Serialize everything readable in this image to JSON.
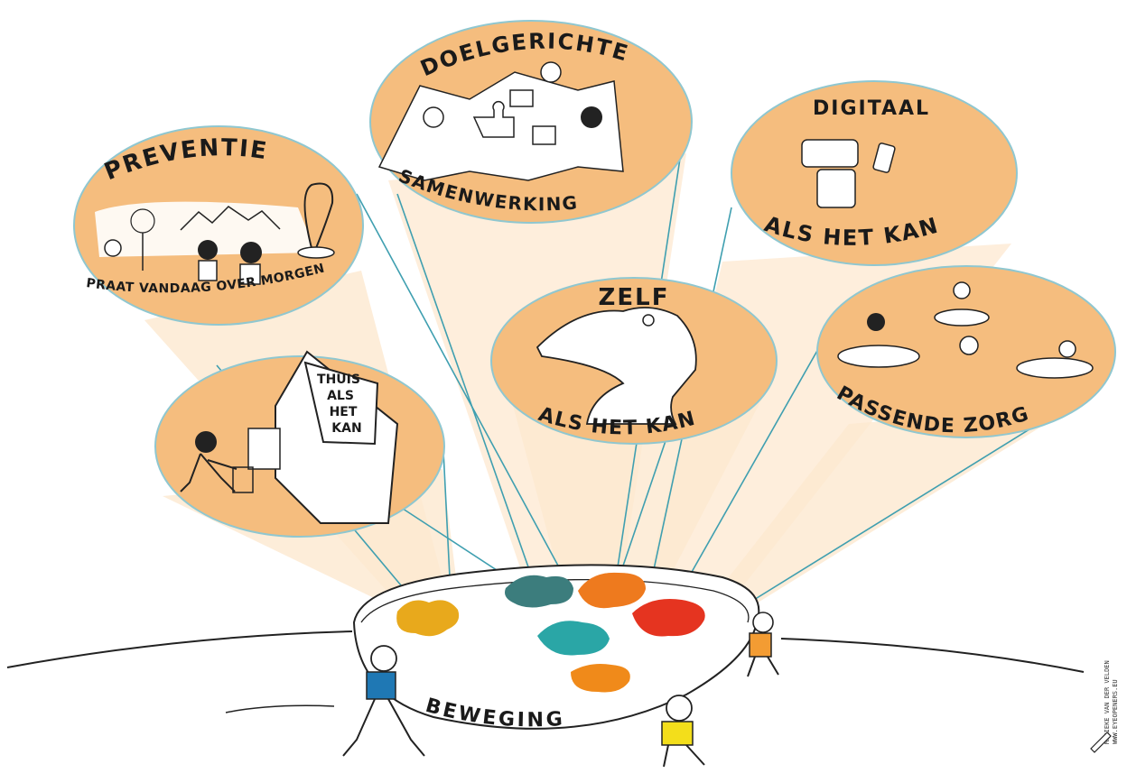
{
  "bubbles": {
    "preventie": {
      "title": "PREVENTIE",
      "subtitle": "PRAAT VANDAAG OVER MORGEN"
    },
    "samenwerking": {
      "title": "DOELGERICHTE",
      "subtitle": "SAMENWERKING"
    },
    "digitaal": {
      "title": "DIGITAAL",
      "subtitle": "ALS HET KAN"
    },
    "zelf": {
      "title": "ZELF",
      "subtitle": "ALS HET KAN"
    },
    "passende": {
      "subtitle": "PASSENDE ZORG"
    },
    "thuis": {
      "sign_line1": "THUIS",
      "sign_line2": "ALS",
      "sign_line3": "HET",
      "sign_line4": "KAN"
    }
  },
  "base": {
    "band_label": "BEWEGING"
  },
  "credit": {
    "name": "MARIEKE VAN DER VELDEN",
    "url": "WWW.EYEOPENERS.EU"
  },
  "colors": {
    "bubble_fill": "#f5bd7e",
    "bubble_edge": "#8fc7d0",
    "beam": "#fde8d0",
    "string": "#3f9fb0",
    "splat_yellow": "#e8a91c",
    "splat_teal_dark": "#3c7d7d",
    "splat_orange": "#ee7a1e",
    "splat_red": "#e53420",
    "splat_teal": "#2aa6a6",
    "splat_orange2": "#f08a1a",
    "shirt_blue": "#1f78b4",
    "shirt_yellow": "#f3de1b",
    "shirt_orange": "#f39c33"
  }
}
